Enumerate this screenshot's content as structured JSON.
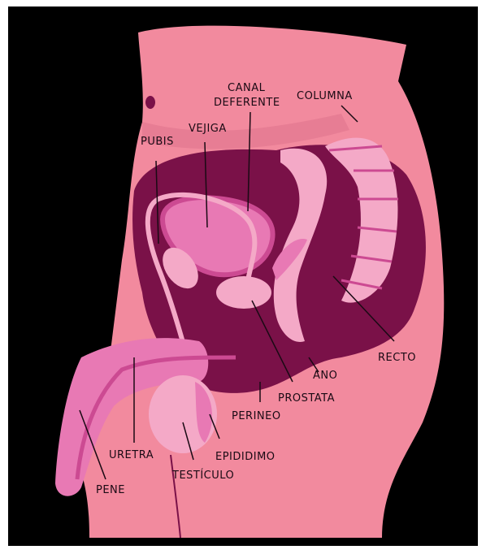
{
  "labels": {
    "canal_deferente_1": "CANAL",
    "canal_deferente_2": "DEFERENTE",
    "columna": "COLUMNA",
    "pubis": "PUBIS",
    "vejiga": "VEJIGA",
    "recto": "RECTO",
    "ano": "ANO",
    "prostata": "PROSTATA",
    "perineo": "PERINEO",
    "uretra": "URETRA",
    "epididimo": "EPIDIDIMO",
    "testiculo": "TESTÍCULO",
    "pene": "PENE"
  },
  "colors": {
    "frame": "#000000",
    "skin": "#f28a9e",
    "skin_shadow": "#e37890",
    "cavity": "#7a1148",
    "organ_light": "#f4a9c7",
    "organ_mid": "#e879b4",
    "organ_deep": "#cc4a92",
    "ink": "#1a0a14"
  }
}
